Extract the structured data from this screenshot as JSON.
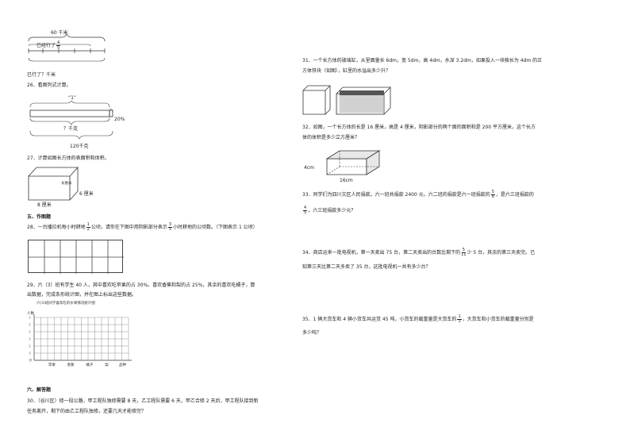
{
  "left": {
    "fig_top": {
      "total_label": "60 千米",
      "done_prefix": "已经行了",
      "done_frac": {
        "num": "4",
        "den": "5"
      },
      "rest_label": "已行了？千米"
    },
    "q26": {
      "title": "26．看图列式计算。",
      "whole_label": "“1”",
      "part_label": "？千克",
      "percent_label": "20%",
      "total_label": "120千克"
    },
    "q27": {
      "title": "27．计算如图长方体的表面积和体积。",
      "height_label": "长厘米",
      "width_label": "6 厘米",
      "length_label": "8 厘米"
    },
    "sec5": "五、作图题",
    "q28": {
      "text_a": "28．一台播拉机每小时耕地",
      "frac1": {
        "num": "1",
        "den": "2"
      },
      "text_b": "公顷，请你在下图中用阴影部分表示",
      "frac2": {
        "num": "3",
        "den": "5"
      },
      "text_c": "小时耕地的公顷数。（下图表示 1 公顷）"
    },
    "q29": {
      "line1": "29．六（3）班有学生 40 人，其中喜欢吃苹果的占 30%。喜欢香蕉和梨的占 25%，其余的喜欢吃橘子，算",
      "line2": "出数据，完成条形统计图，并在图上标出这些数据。",
      "chart_title": "六(3)班同学喜欢吃的水果情况统计图",
      "y_label": "人数",
      "x_label": "品种"
    },
    "sec6": "六、解答题",
    "q30": {
      "line1": "30．（谷川区）修一段公路，甲工程队独修需要 8 天，乙工程队需要 6 天，甲乙合修 2 天后，甲工程队接到新",
      "line2": "任务离开，剩下的由乙工程队独修，还要几天才能修完？"
    }
  },
  "chart_data": {
    "type": "bar",
    "title": "六(3)班同学喜欢吃的水果情况统计图",
    "ylabel": "人数",
    "xlabel": "品种",
    "categories": [
      "苹果",
      "香蕉",
      "橘子",
      "梨"
    ],
    "values": [],
    "y_ticks": [
      "(",
      "(",
      "(",
      "(",
      "(",
      "(",
      "0"
    ],
    "grid": true
  },
  "right": {
    "q31": {
      "line1": "31．一个长方体的玻璃缸，从里面量长 6dm，宽 5dm，高 4dm，水深 3.2dm，如果投入一块棱长为 4dm 的正",
      "line2": "方体铁块（如图），缸里的水溢出多少升？"
    },
    "q32": {
      "line1": "32．如图，一个长方体的长是 16 厘米，高是 4 厘米，阴影部分的两个面的面积和是 200 平方厘米，这个长方",
      "line2": "体的体积是多少立方厘米？",
      "fig_h": "4cm",
      "fig_l": "16cm"
    },
    "q33": {
      "text_a": "33．同学们为四川灾区人民捐款。六一班共捐款 2400 元，六二班的捐款是六一班捐款的",
      "frac1": {
        "num": "5",
        "den": "6"
      },
      "text_b": "，是六三班捐款的",
      "frac2": {
        "num": "4",
        "den": "5"
      },
      "text_c": "，六三班捐款多少元？"
    },
    "q34": {
      "text_a": "34．商店运来一批电视机，第一天卖出 75 台，第二天卖出的台数比剩下的",
      "frac1": {
        "num": "5",
        "den": "11"
      },
      "text_b": "少 5 台，其余的第三天卖完。已",
      "line2": "知第三天比第二天多卖了 35 台，这批电视机一共有多少台？"
    },
    "q35": {
      "text_a": "35．1 辆大货车和 4 辆小货车共运货 45 吨，小货车的载重量是大货车的",
      "frac1": {
        "num": "1",
        "den": "3"
      },
      "text_b": "，大货车和小货车的载重量分别是",
      "line2": "多少吨？"
    }
  }
}
